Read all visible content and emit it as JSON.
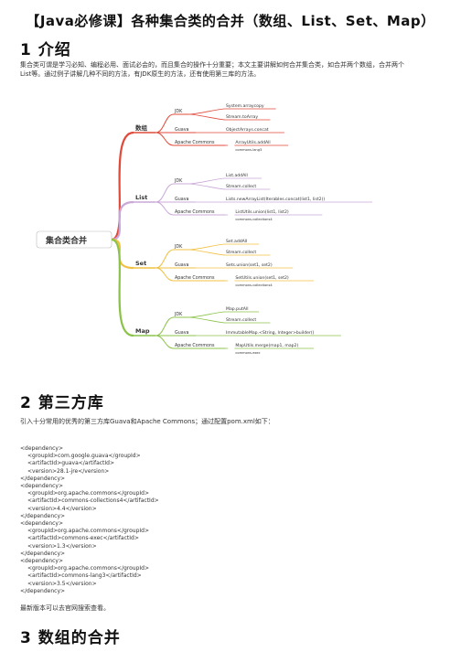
{
  "title": "【Java必修课】各种集合类的合并（数组、List、Set、Map）",
  "section1": {
    "heading": "1 介绍",
    "intro_line1": "集合类可谓是学习必知、编程必用、面试必会的，而且集合的操作十分重要；本文主要讲解如何合并集合类，如合并两个数组，合并两个",
    "intro_line2": "List等。通过例子讲解几种不同的方法，有JDK原生的方法，还有使用第三库的方法。"
  },
  "mindmap": {
    "root": "集合类合并",
    "colors": {
      "array": "#e04a3a",
      "list": "#c9a8d8",
      "set": "#f0c040",
      "map": "#8bc34a"
    },
    "branches": [
      {
        "label": "数组",
        "items": [
          {
            "group": "JDK",
            "methods": [
              "System.arraycopy",
              "Stream.toArray"
            ]
          },
          {
            "group": "Guava",
            "methods": [
              "ObjectArrays.concat"
            ]
          },
          {
            "group": "Apache Commons",
            "methods": [
              "ArrayUtils.addAll"
            ],
            "note": "commons-lang3"
          }
        ]
      },
      {
        "label": "List",
        "items": [
          {
            "group": "JDK",
            "methods": [
              "List.addAll",
              "Stream.collect"
            ]
          },
          {
            "group": "Guava",
            "methods": [
              "Lists.newArrayList(Iterables.concat(list1, list2))"
            ]
          },
          {
            "group": "Apache Commons",
            "methods": [
              "ListUtils.union(list1, list2)"
            ],
            "note": "commons-collections4"
          }
        ]
      },
      {
        "label": "Set",
        "items": [
          {
            "group": "JDK",
            "methods": [
              "Set.addAll",
              "Stream.collect"
            ]
          },
          {
            "group": "Guava",
            "methods": [
              "Sets.union(set1, set2)"
            ]
          },
          {
            "group": "Apache Commons",
            "methods": [
              "SetUtils.union(set1, set2)"
            ],
            "note": "commons-collections4"
          }
        ]
      },
      {
        "label": "Map",
        "items": [
          {
            "group": "JDK",
            "methods": [
              "Map.putAll",
              "Stream.collect"
            ]
          },
          {
            "group": "Guava",
            "methods": [
              "ImmutableMap.<String, Integer>builder()"
            ]
          },
          {
            "group": "Apache Commons",
            "methods": [
              "MapUtils.merge(map1, map2)"
            ],
            "note": "commons-exec"
          }
        ]
      }
    ]
  },
  "section2": {
    "heading": "2 第三方库",
    "intro": "引入十分常用的优秀的第三方库Guava和Apache Commons；通过配置pom.xml如下：",
    "code_lines": [
      {
        "t": "<dependency>",
        "in": false
      },
      {
        "t": "<groupId>com.google.guava</groupId>",
        "in": true
      },
      {
        "t": "<artifactId>guava</artifactId>",
        "in": true
      },
      {
        "t": "<version>28.1-jre</version>",
        "in": true
      },
      {
        "t": "</dependency>",
        "in": false
      },
      {
        "t": "<dependency>",
        "in": false
      },
      {
        "t": "<groupId>org.apache.commons</groupId>",
        "in": true
      },
      {
        "t": "<artifactId>commons-collections4</artifactId>",
        "in": true
      },
      {
        "t": "<version>4.4</version>",
        "in": true
      },
      {
        "t": "</dependency>",
        "in": false
      },
      {
        "t": "<dependency>",
        "in": false
      },
      {
        "t": "<groupId>org.apache.commons</groupId>",
        "in": true
      },
      {
        "t": "<artifactId>commons-exec</artifactId>",
        "in": true
      },
      {
        "t": "<version>1.3</version>",
        "in": true
      },
      {
        "t": "</dependency>",
        "in": false
      },
      {
        "t": "<dependency>",
        "in": false
      },
      {
        "t": "<groupId>org.apache.commons</groupId>",
        "in": true
      },
      {
        "t": "<artifactId>commons-lang3</artifactId>",
        "in": true
      },
      {
        "t": "<version>3.5</version>",
        "in": true
      },
      {
        "t": "</dependency>",
        "in": false
      }
    ],
    "footer": "最新版本可以去官网搜索查看。"
  },
  "section3": {
    "heading": "3 数组的合并"
  }
}
